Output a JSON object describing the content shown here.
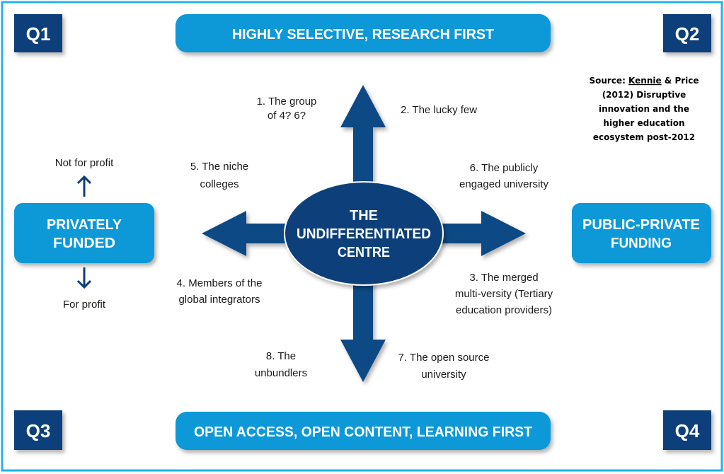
{
  "quadrants": {
    "q1": "Q1",
    "q2": "Q2",
    "q3": "Q3",
    "q4": "Q4"
  },
  "top_banner": "HIGHLY SELECTIVE, RESEARCH FIRST",
  "bottom_banner": "OPEN ACCESS, OPEN CONTENT, LEARNING FIRST",
  "left_box": {
    "line1": "PRIVATELY",
    "line2": "FUNDED"
  },
  "right_box": {
    "line1": "PUBLIC-PRIVATE",
    "line2": "FUNDING"
  },
  "centre": {
    "line1": "THE",
    "line2": "UNDIFFERENTIATED",
    "line3": "CENTRE"
  },
  "not_for_profit": "Not for profit",
  "for_profit": "For profit",
  "labels": {
    "l1": [
      "1. The group",
      "of 4? 6?"
    ],
    "l2": [
      "2. The lucky few"
    ],
    "l5": [
      "5. The niche",
      "colleges"
    ],
    "l6": [
      "6. The publicly",
      "engaged university"
    ],
    "l4": [
      "4. Members of the",
      "global integrators"
    ],
    "l3": [
      "3. The merged",
      "multi-versity (Tertiary",
      "education providers)"
    ],
    "l8": [
      "8. The",
      "unbundlers"
    ],
    "l7": [
      "7. The open source",
      "university"
    ]
  },
  "source": {
    "prefix": "Source: ",
    "author": "Kennie",
    "lines": [
      " & Price",
      "(2012) Disruptive",
      "innovation and the",
      "higher education",
      "ecosystem post-2012"
    ]
  },
  "colors": {
    "navy": "#0b3f7a",
    "light_blue": "#0a98d8",
    "frame": "#22b2ea",
    "arrow": "#0e4a84"
  }
}
